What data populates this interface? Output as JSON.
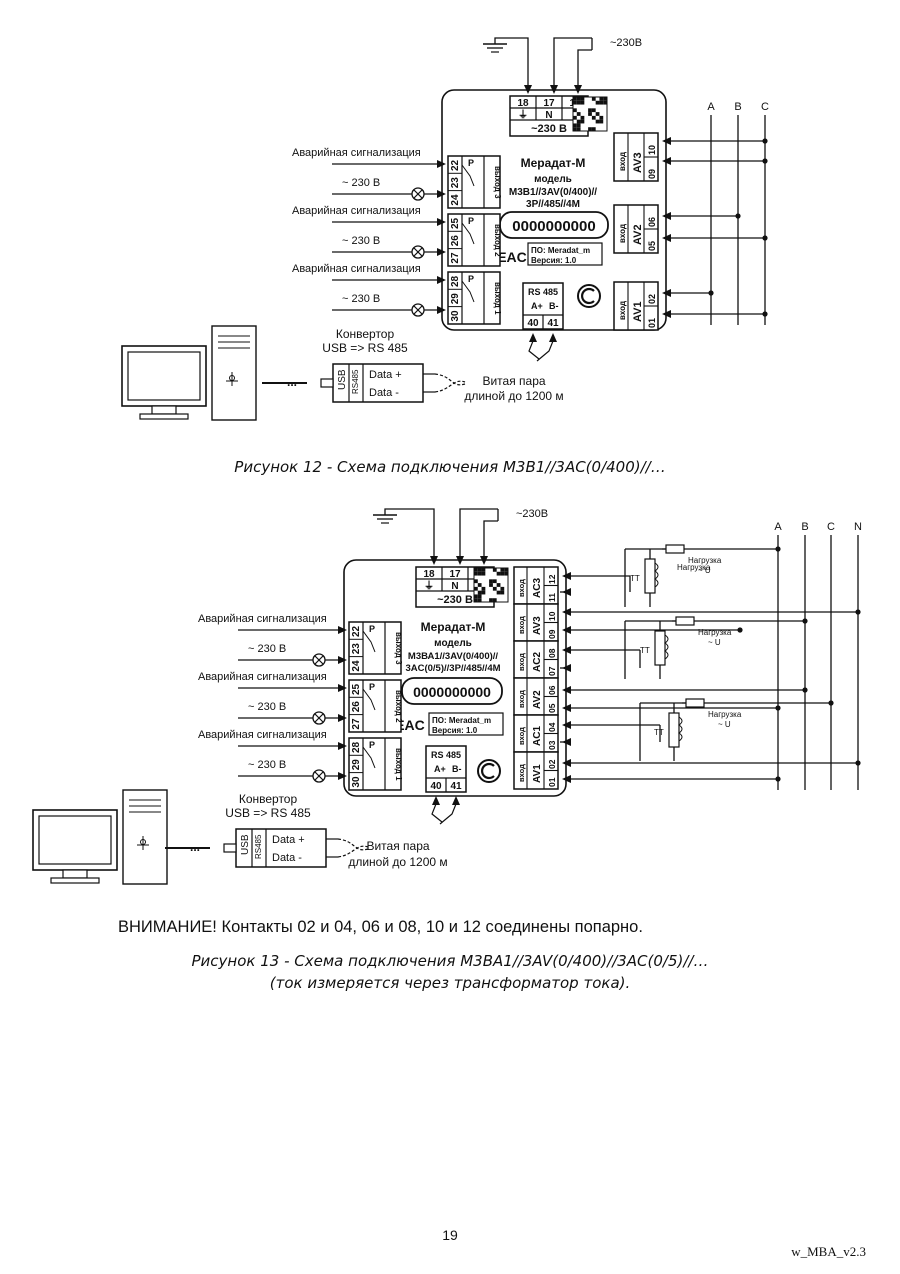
{
  "fig12": {
    "mains": "~230В",
    "power_terminals": [
      "18",
      "17",
      "16"
    ],
    "power_symbols": [
      "⏚",
      "N",
      "L"
    ],
    "power_voltage": "~230 В",
    "device_name": "Мерадат-М",
    "model_label": "модель",
    "model_line1": "М3В1//3AV(0/400)//",
    "model_line2": "3P//485//4M",
    "display": "0000000000",
    "eac": "EAC",
    "sw_line1": "ПО: Meradat_m",
    "sw_line2": "Версия: 1.0",
    "rs485": "RS 485",
    "a_plus": "A+",
    "b_minus": "B-",
    "t40": "40",
    "t41": "41",
    "alarm": "Аварийная сигнализация",
    "v230": "~ 230 В",
    "relay_p": "P",
    "outputs": [
      {
        "label": "выход 3",
        "terms": [
          "22",
          "23",
          "24"
        ]
      },
      {
        "label": "выход 2",
        "terms": [
          "25",
          "26",
          "27"
        ]
      },
      {
        "label": "выход 1",
        "terms": [
          "28",
          "29",
          "30"
        ]
      }
    ],
    "inputs": [
      {
        "in": "вход",
        "name": "AV3",
        "terms": [
          "09",
          "10"
        ]
      },
      {
        "in": "вход",
        "name": "AV2",
        "terms": [
          "05",
          "06"
        ]
      },
      {
        "in": "вход",
        "name": "AV1",
        "terms": [
          "01",
          "02"
        ]
      }
    ],
    "phases": [
      "A",
      "B",
      "C"
    ],
    "converter": "Конвертор",
    "converter2": "USB => RS 485",
    "usb": "USB",
    "rs485v": "RS485",
    "data_plus": "Data +",
    "data_minus": "Data -",
    "twisted1": "Витая пара",
    "twisted2": "длиной до 1200 м",
    "dots": "...",
    "caption": "Рисунок 12 - Схема подключения М3В1//3АС(0/400)//…"
  },
  "fig13": {
    "mains": "~230В",
    "power_terminals": [
      "18",
      "17",
      "16"
    ],
    "power_symbols": [
      "⏚",
      "N",
      "L"
    ],
    "power_voltage": "~230 В",
    "device_name": "Мерадат-М",
    "model_label": "модель",
    "model_line1": "М3ВА1//3AV(0/400)//",
    "model_line2": "3AC(0/5)//3P//485//4M",
    "display": "0000000000",
    "eac": "EAC",
    "sw_line1": "ПО: Meradat_m",
    "sw_line2": "Версия: 1.0",
    "rs485": "RS 485",
    "a_plus": "A+",
    "b_minus": "B-",
    "t40": "40",
    "t41": "41",
    "alarm": "Аварийная сигнализация",
    "v230": "~ 230 В",
    "relay_p": "P",
    "outputs": [
      {
        "label": "выход 3",
        "terms": [
          "22",
          "23",
          "24"
        ]
      },
      {
        "label": "выход 2",
        "terms": [
          "25",
          "26",
          "27"
        ]
      },
      {
        "label": "выход 1",
        "terms": [
          "28",
          "29",
          "30"
        ]
      }
    ],
    "inputs": [
      {
        "in": "вход",
        "name": "AC3",
        "terms": [
          "11",
          "12"
        ]
      },
      {
        "in": "вход",
        "name": "AV3",
        "terms": [
          "09",
          "10"
        ]
      },
      {
        "in": "вход",
        "name": "AC2",
        "terms": [
          "07",
          "08"
        ]
      },
      {
        "in": "вход",
        "name": "AV2",
        "terms": [
          "05",
          "06"
        ]
      },
      {
        "in": "вход",
        "name": "AC1",
        "terms": [
          "03",
          "04"
        ]
      },
      {
        "in": "вход",
        "name": "AV1",
        "terms": [
          "01",
          "02"
        ]
      }
    ],
    "phases": [
      "A",
      "B",
      "C",
      "N"
    ],
    "tt": "ТТ",
    "load1": "Нагрузка",
    "load2": "~ U",
    "converter": "Конвертор",
    "converter2": "USB => RS 485",
    "usb": "USB",
    "rs485v": "RS485",
    "data_plus": "Data +",
    "data_minus": "Data -",
    "twisted1": "Витая пара",
    "twisted2": "длиной до 1200 м",
    "dots": "...",
    "warning": "ВНИМАНИЕ!   Контакты 02 и 04, 06 и 08, 10 и 12 соединены попарно.",
    "caption1": "Рисунок 13 - Схема подключения М3ВА1//3AV(0/400)//3АС(0/5)//…",
    "caption2": "(ток измеряется через трансформатор тока)."
  },
  "page_number": "19",
  "doc_version": "w_MBA_v2.3"
}
